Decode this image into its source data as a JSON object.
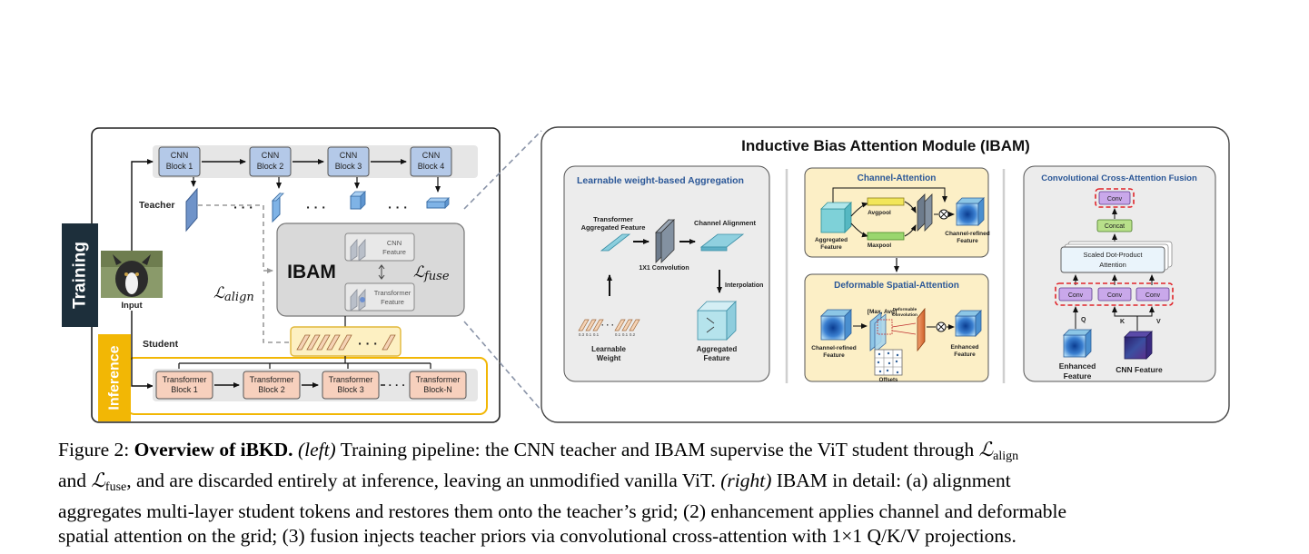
{
  "left": {
    "side_training": "Training",
    "side_inference": "Inference",
    "teacher": "Teacher",
    "student": "Student",
    "input": "Input",
    "cnn_blocks": [
      {
        "l1": "CNN",
        "l2": "Block 1"
      },
      {
        "l1": "CNN",
        "l2": "Block 2"
      },
      {
        "l1": "CNN",
        "l2": "Block 3"
      },
      {
        "l1": "CNN",
        "l2": "Block 4"
      }
    ],
    "tr_blocks": [
      {
        "l1": "Transformer",
        "l2": "Block 1"
      },
      {
        "l1": "Transformer",
        "l2": "Block 2"
      },
      {
        "l1": "Transformer",
        "l2": "Block 3"
      },
      {
        "l1": "Transformer",
        "l2": "Block-N"
      }
    ],
    "ibam": "IBAM",
    "cnn_feature": {
      "l1": "CNN",
      "l2": "Feature"
    },
    "tr_feature": {
      "l1": "Transformer",
      "l2": "Feature"
    },
    "l_align": "ℒ",
    "l_align_sub": "align",
    "l_fuse": "ℒ",
    "l_fuse_sub": "fuse",
    "dots": "· · ·"
  },
  "right": {
    "title": "Inductive Bias Attention Module (IBAM)",
    "agg": {
      "title": "Learnable weight-based Aggregation",
      "tr_agg_l1": "Transformer",
      "tr_agg_l2": "Aggregated Feature",
      "conv": "1X1 Convolution",
      "channel_alignment": "Channel Alignment",
      "interpolation": "Interpolation",
      "lw_l1": "Learnable",
      "lw_l2": "Weight",
      "af_l1": "Aggregated",
      "af_l2": "Feature",
      "weights": [
        "0.3",
        "0.1",
        "0.1",
        "0.1",
        "0.1",
        "0.2"
      ]
    },
    "ch": {
      "title": "Channel-Attention",
      "avgpool": "Avgpool",
      "maxpool": "Maxpool",
      "af_l1": "Aggregated",
      "af_l2": "Feature",
      "crf_l1": "Channel-refined",
      "crf_l2": "Feature"
    },
    "ds": {
      "title": "Deformable Spatial-Attention",
      "maxavg": "[Max, Avg]",
      "deform_l1": "Deformable",
      "deform_l2": "Convolution",
      "crf_l1": "Channel-refined",
      "crf_l2": "Feature",
      "ef_l1": "Enhanced",
      "ef_l2": "Feature",
      "offsets": "Offsets"
    },
    "cf": {
      "title": "Convolutional Cross-Attention Fusion",
      "conv": "Conv",
      "concat": "Concat",
      "sdpa_l1": "Scaled Dot-Product",
      "sdpa_l2": "Attention",
      "q": "Q",
      "k": "K",
      "v": "V",
      "ef_l1": "Enhanced",
      "ef_l2": "Feature",
      "cnnf": "CNN Feature"
    }
  },
  "caption": {
    "fig": "Figure 2:",
    "bold": "Overview of iBKD.",
    "left_tag": "(left)",
    "t1": "Training pipeline: the CNN teacher and IBAM supervise the ViT student through",
    "l": "ℒ",
    "align": "align",
    "and": "and",
    "fuse": "fuse",
    "t2": ", and are discarded entirely at inference, leaving an unmodified vanilla ViT.",
    "right_tag": "(right)",
    "t3": "IBAM in detail: (a) alignment",
    "line3": "aggregates multi-layer student tokens and restores them onto the teacher’s grid; (2) enhancement applies channel and deformable",
    "line4a": "spatial attention on the grid; (3) fusion injects teacher priors via convolutional cross-attention with",
    "line4b": "1×1",
    "line4c": "Q/K/V projections."
  }
}
